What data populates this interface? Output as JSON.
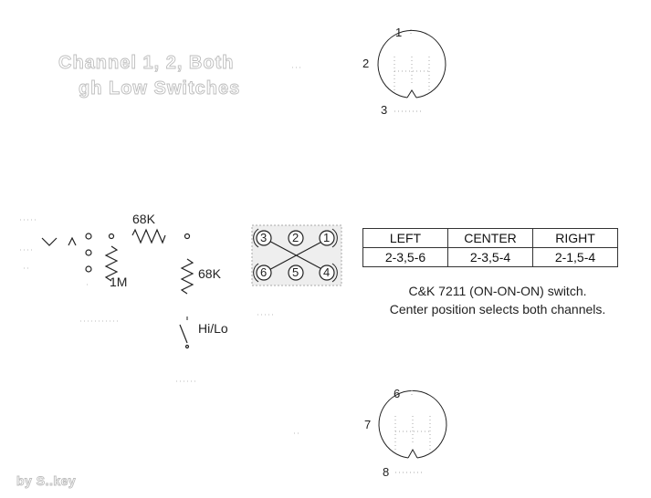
{
  "title": {
    "line1": "Channel 1, 2, Both",
    "line2": "gh Low Switches"
  },
  "author": "by S..key",
  "connector_top": {
    "pin1": "1",
    "pin2": "2",
    "pin3": "3"
  },
  "connector_bottom": {
    "pin6": "6",
    "pin7": "7",
    "pin8": "8"
  },
  "circuit": {
    "r1_value": "68K",
    "r2_value": "1M",
    "r3_value": "68K",
    "switch_label": "Hi/Lo"
  },
  "switch_lugs": {
    "top": [
      "3",
      "2",
      "1"
    ],
    "bottom": [
      "6",
      "5",
      "4"
    ]
  },
  "truth_table": {
    "headers": [
      "LEFT",
      "CENTER",
      "RIGHT"
    ],
    "values": [
      "2-3,5-6",
      "2-3,5-4",
      "2-1,5-4"
    ]
  },
  "caption": {
    "line1": "C&K 7211 (ON-ON-ON) switch.",
    "line2": "Center position selects both channels."
  },
  "colors": {
    "ink": "#222222",
    "ghost_outline": "#bdbdbd"
  }
}
